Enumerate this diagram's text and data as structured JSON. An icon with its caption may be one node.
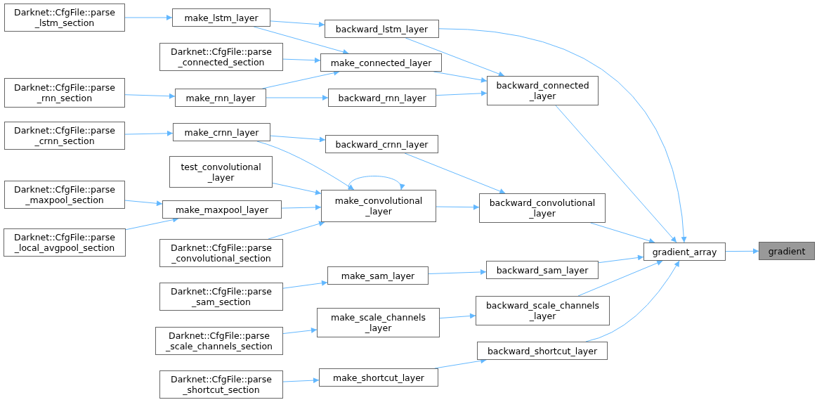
{
  "diagram": {
    "nodes": [
      {
        "text": [
          "gradient"
        ]
      },
      {
        "text": [
          "gradient_array"
        ]
      },
      {
        "text": [
          "backward_lstm_layer"
        ]
      },
      {
        "text": [
          "backward_connected _layer"
        ]
      },
      {
        "text": [
          "backward_rnn_layer"
        ]
      },
      {
        "text": [
          "backward_crnn_layer"
        ]
      },
      {
        "text": [
          "backward_convolutional _layer"
        ]
      },
      {
        "text": [
          "backward_sam_layer"
        ]
      },
      {
        "text": [
          "backward_scale_channels _layer"
        ]
      },
      {
        "text": [
          "backward_shortcut_layer"
        ]
      },
      {
        "text": [
          "make_lstm_layer"
        ]
      },
      {
        "text": [
          "make_connected_layer"
        ]
      },
      {
        "text": [
          "make_rnn_layer"
        ]
      },
      {
        "text": [
          "make_crnn_layer"
        ]
      },
      {
        "text": [
          "make_convolutional _layer"
        ]
      },
      {
        "text": [
          "make_maxpool_layer"
        ]
      },
      {
        "text": [
          "make_sam_layer"
        ]
      },
      {
        "text": [
          "make_scale_channels _layer"
        ]
      },
      {
        "text": [
          "make_shortcut_layer"
        ]
      },
      {
        "text": [
          "Darknet::CfgFile::parse _lstm_section"
        ]
      },
      {
        "text": [
          "Darknet::CfgFile::parse _connected_section"
        ]
      },
      {
        "text": [
          "Darknet::CfgFile::parse _rnn_section"
        ]
      },
      {
        "text": [
          "Darknet::CfgFile::parse _crnn_section"
        ]
      },
      {
        "text": [
          "test_convolutional _layer"
        ]
      },
      {
        "text": [
          "Darknet::CfgFile::parse _maxpool_section"
        ]
      },
      {
        "text": [
          "Darknet::CfgFile::parse _local_avgpool_section"
        ]
      },
      {
        "text": [
          "Darknet::CfgFile::parse _convolutional_section"
        ]
      },
      {
        "text": [
          "Darknet::CfgFile::parse _sam_section"
        ]
      },
      {
        "text": [
          "Darknet::CfgFile::parse _scale_channels_section"
        ]
      },
      {
        "text": [
          "Darknet::CfgFile::parse _shortcut_section"
        ]
      }
    ],
    "edges": [
      {
        "from": 1,
        "to": 0,
        "arrow": "to"
      },
      {
        "from": 2,
        "to": 1,
        "arrow": "to"
      },
      {
        "from": 3,
        "to": 1,
        "arrow": "to"
      },
      {
        "from": 6,
        "to": 1,
        "arrow": "to"
      },
      {
        "from": 7,
        "to": 1,
        "arrow": "to"
      },
      {
        "from": 8,
        "to": 1,
        "arrow": "to"
      },
      {
        "from": 9,
        "to": 1,
        "arrow": "to"
      },
      {
        "from": 2,
        "to": 3,
        "arrow": "to"
      },
      {
        "from": 11,
        "to": 3,
        "arrow": "to"
      },
      {
        "from": 4,
        "to": 3,
        "arrow": "to"
      },
      {
        "from": 10,
        "to": 2,
        "arrow": "to"
      },
      {
        "from": 10,
        "to": 11,
        "arrow": "to"
      },
      {
        "from": 20,
        "to": 11,
        "arrow": "to"
      },
      {
        "from": 12,
        "to": 11,
        "arrow": "to"
      },
      {
        "from": 12,
        "to": 4,
        "arrow": "to"
      },
      {
        "from": 19,
        "to": 10,
        "arrow": "to"
      },
      {
        "from": 21,
        "to": 12,
        "arrow": "to"
      },
      {
        "from": 22,
        "to": 13,
        "arrow": "to"
      },
      {
        "from": 13,
        "to": 5,
        "arrow": "to"
      },
      {
        "from": 13,
        "to": 14,
        "arrow": "to"
      },
      {
        "from": 5,
        "to": 6,
        "arrow": "to"
      },
      {
        "from": 14,
        "to": 6,
        "arrow": "to"
      },
      {
        "from": 14,
        "to": 14,
        "arrow": "to"
      },
      {
        "from": 23,
        "to": 14,
        "arrow": "to"
      },
      {
        "from": 15,
        "to": 14,
        "arrow": "to"
      },
      {
        "from": 26,
        "to": 14,
        "arrow": "to"
      },
      {
        "from": 24,
        "to": 15,
        "arrow": "to"
      },
      {
        "from": 25,
        "to": 15,
        "arrow": "to"
      },
      {
        "from": 27,
        "to": 16,
        "arrow": "to"
      },
      {
        "from": 16,
        "to": 7,
        "arrow": "to"
      },
      {
        "from": 28,
        "to": 17,
        "arrow": "to"
      },
      {
        "from": 17,
        "to": 8,
        "arrow": "to"
      },
      {
        "from": 29,
        "to": 18,
        "arrow": "to"
      },
      {
        "from": 18,
        "to": 9,
        "arrow": "to"
      }
    ]
  }
}
